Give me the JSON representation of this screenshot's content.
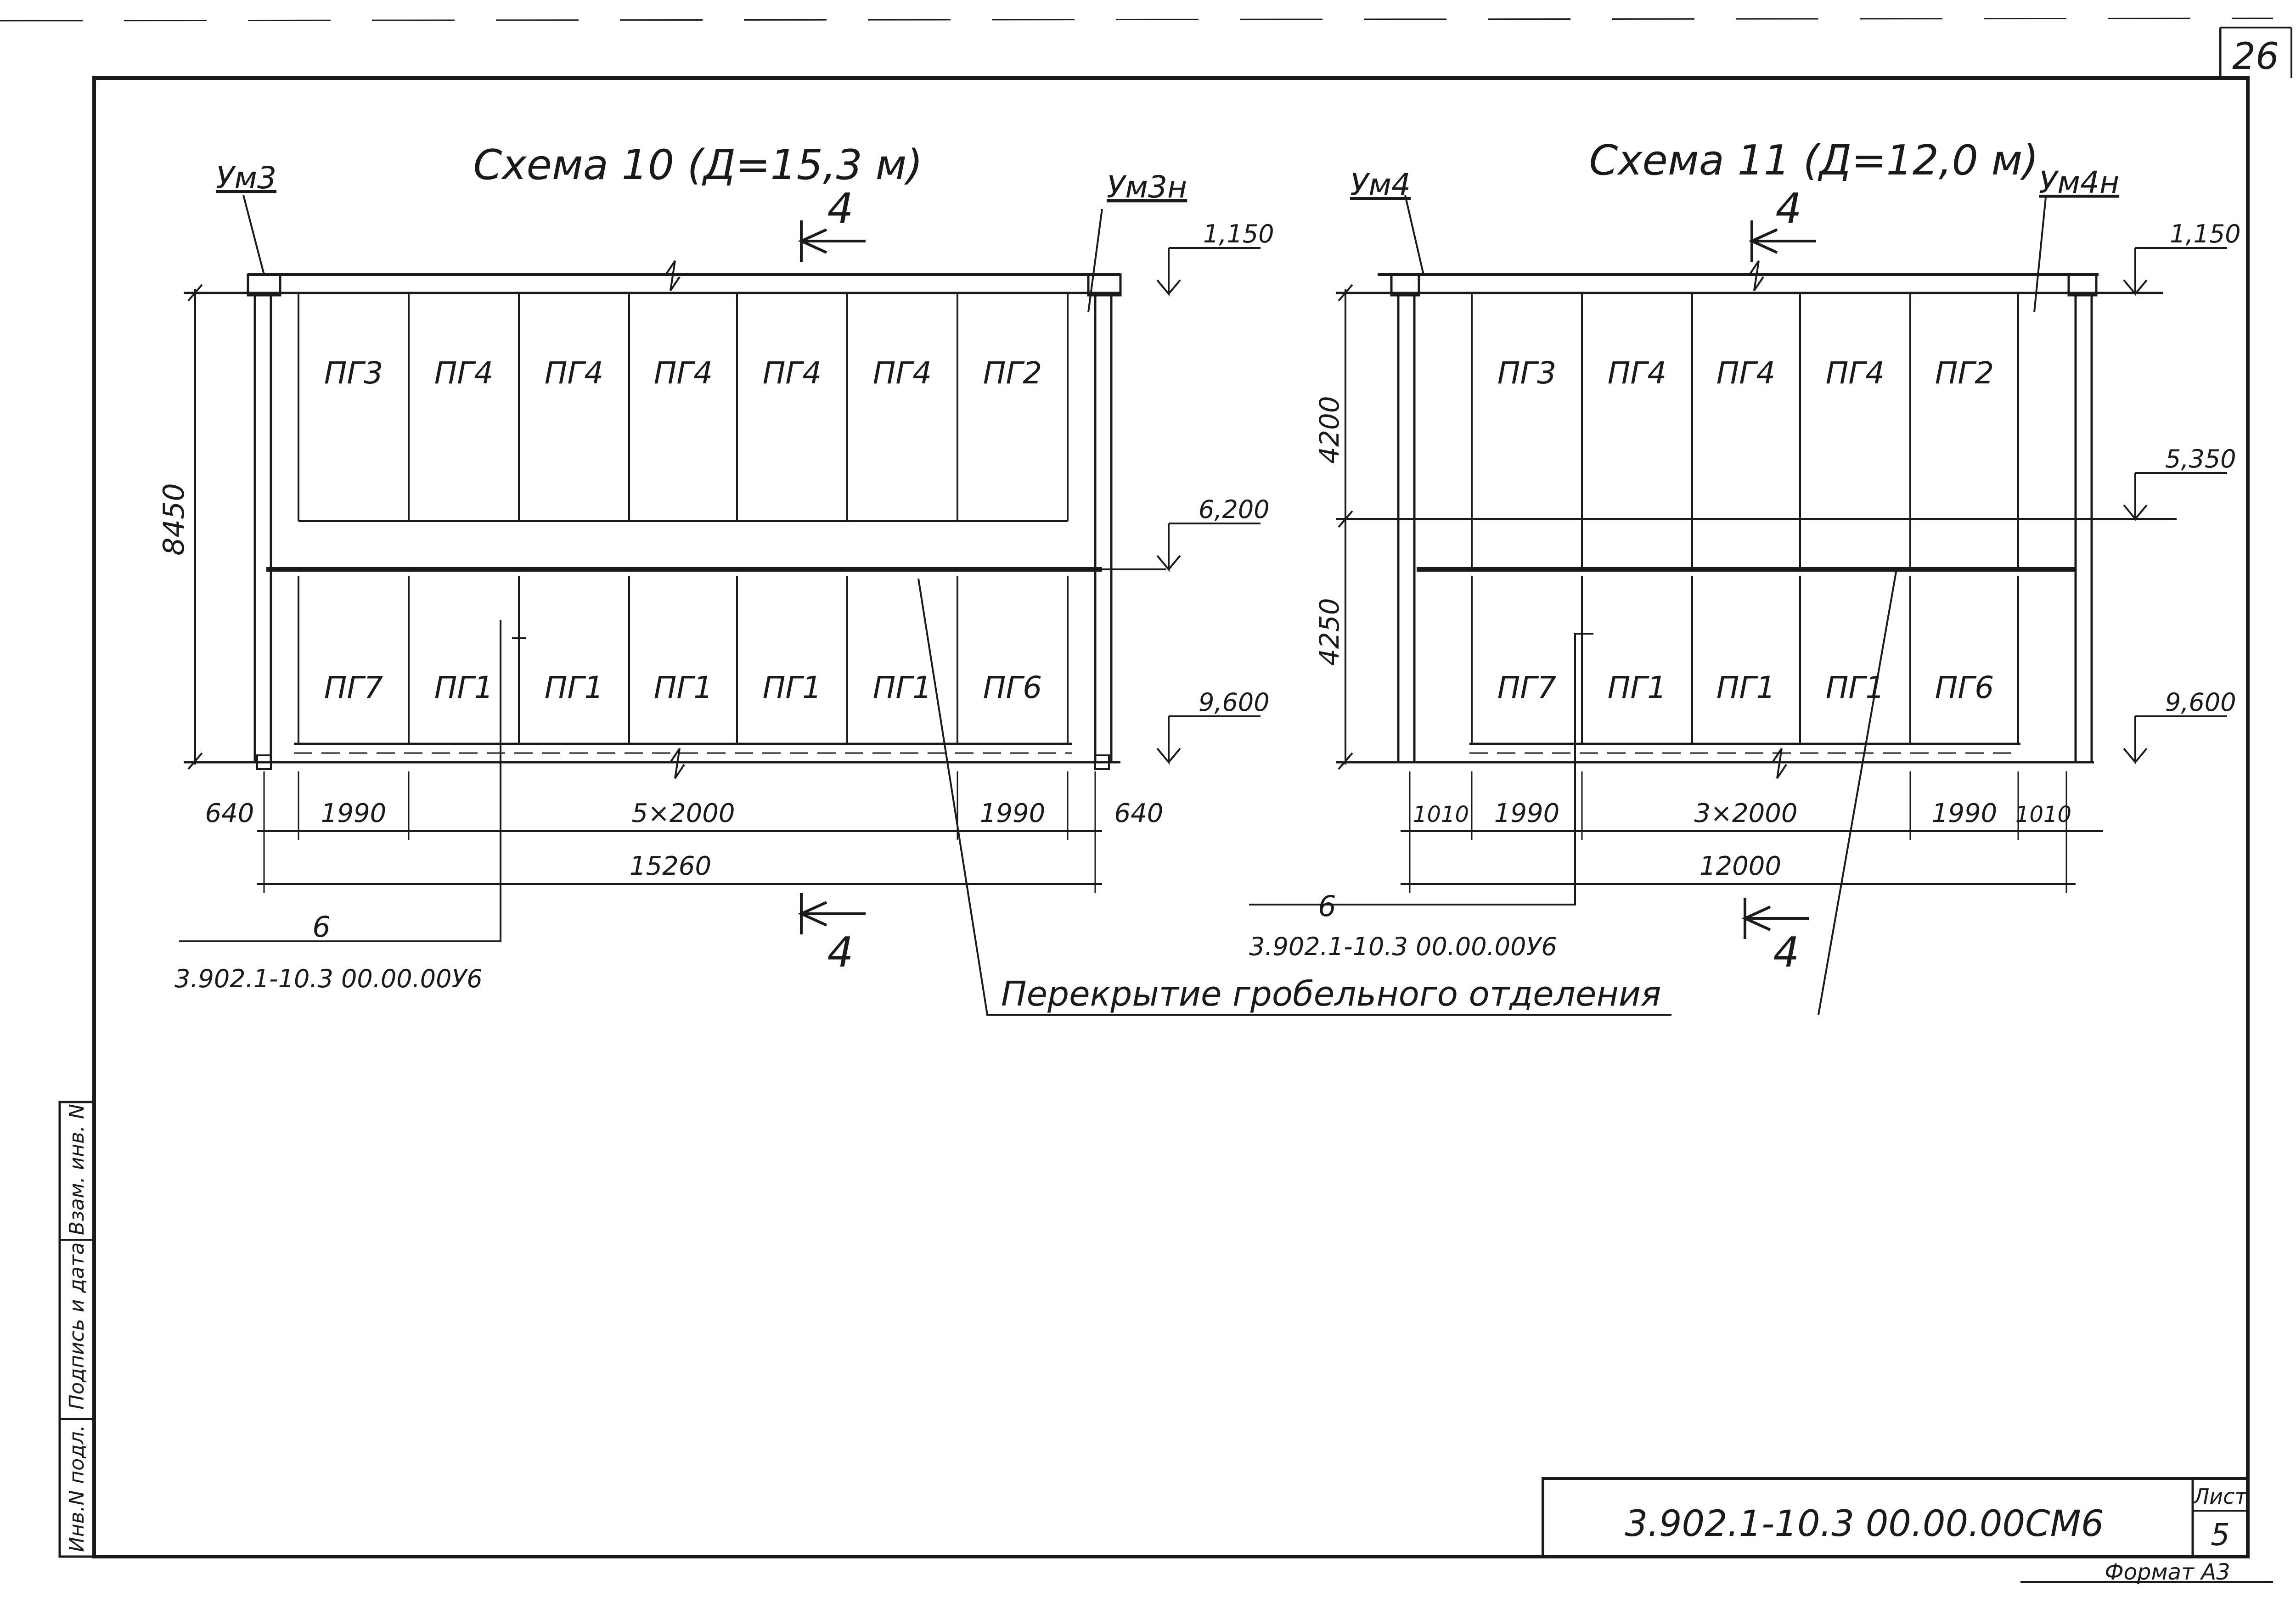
{
  "sheet": {
    "page_number": "26",
    "document_code": "3.902.1-10.3 00.00.00СМ6",
    "sheet_label": "Лист",
    "sheet_number": "5",
    "format_label": "Формат А3",
    "side_stamp": {
      "inv_no": "Инв.N подл.",
      "signature_date": "Подпись и дата",
      "replaces": "Взам. инв. N"
    }
  },
  "scheme10": {
    "title": "Схема 10 (Д=15,3 м)",
    "left_post": "Ум3",
    "right_post": "Ум3н",
    "section_mark": "4",
    "elev_top": "1,150",
    "elev_mid": "6,200",
    "elev_bottom": "9,600",
    "height_total": "8450",
    "upper_panels": [
      "ПГ3",
      "ПГ4",
      "ПГ4",
      "ПГ4",
      "ПГ4",
      "ПГ4",
      "ПГ2"
    ],
    "lower_panels": [
      "ПГ7",
      "ПГ1",
      "ПГ1",
      "ПГ1",
      "ПГ1",
      "ПГ1",
      "ПГ6"
    ],
    "dims": [
      "640",
      "1990",
      "5×2000",
      "1990",
      "640"
    ],
    "total_width": "15260",
    "ref_num": "6",
    "ref_doc": "3.902.1-10.3 00.00.00У6"
  },
  "scheme11": {
    "title": "Схема 11 (Д=12,0 м)",
    "left_post": "Ум4",
    "right_post": "Ум4н",
    "section_mark": "4",
    "elev_top": "1,150",
    "elev_mid": "5,350",
    "elev_bottom": "9,600",
    "height_upper": "4200",
    "height_lower": "4250",
    "upper_panels": [
      "ПГ3",
      "ПГ4",
      "ПГ4",
      "ПГ4",
      "ПГ2"
    ],
    "lower_panels": [
      "ПГ7",
      "ПГ1",
      "ПГ1",
      "ПГ1",
      "ПГ6"
    ],
    "dims": [
      "1010",
      "1990",
      "3×2000",
      "1990",
      "1010"
    ],
    "total_width": "12000",
    "ref_num": "6",
    "ref_doc": "3.902.1-10.3 00.00.00У6"
  },
  "callout": "Перекрытие гробельного отделения"
}
